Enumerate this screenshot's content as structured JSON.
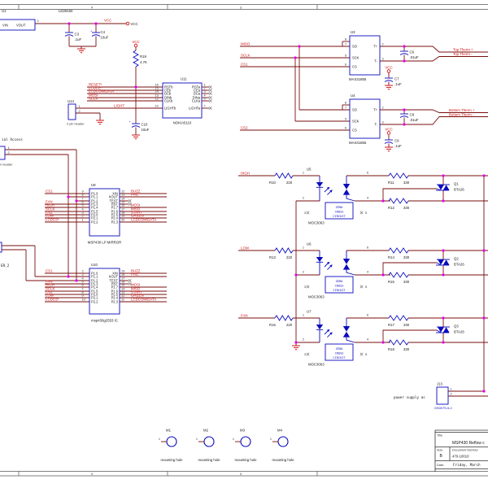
{
  "colors": {
    "wire": "#7a0d0d",
    "symbol": "#0b0bbd",
    "net_label": "#cd1111",
    "junction": "#e400e4",
    "ground": "#cf1414"
  },
  "frame": {
    "z4": "4",
    "z3": "3"
  },
  "title_block": {
    "title_label": "Title",
    "title": "MSP430 Reflow c",
    "size_label": "Size",
    "size": "B",
    "doc_label": "Document Number",
    "doc": "470-10010",
    "date_label": "Date:",
    "date": "Friday, March"
  },
  "nets": {
    "miso": "MISO",
    "sclk": "SCLK",
    "cs1": "CS1",
    "cs2": "CS2",
    "high": "HIGH",
    "low": "LOW",
    "fan": "FAN",
    "vcc": "VCC",
    "top_p": "Top Therm +",
    "top_m": "Top Therm -",
    "bot_p": "Bottom Therm +",
    "bot_m": "Bottom Therm -"
  },
  "labels": {
    "serial_access": "ial Access",
    "serial_sub": "n header",
    "header2": "ER_2",
    "u14_sub": "2 pin header",
    "power_supply": "power supply ac"
  },
  "components": {
    "u1": {
      "ref": "U1",
      "part": "LD29150",
      "vin": "VIN",
      "vout": "VOUT",
      "pin": "2"
    },
    "u3": {
      "ref": "U3",
      "part": "MAX31855",
      "left": [
        {
          "n": "8",
          "nm": ""
        },
        {
          "n": "7",
          "nm": "SO"
        },
        {
          "n": "5",
          "nm": "SCK"
        },
        {
          "n": "6",
          "nm": "CS"
        }
      ],
      "right": [
        {
          "n": "2",
          "nm": "T+"
        },
        {
          "n": "3",
          "nm": "T-"
        }
      ]
    },
    "u4": {
      "ref": "U4",
      "part": "MAX31855",
      "left": [
        {
          "n": "8",
          "nm": ""
        },
        {
          "n": "7",
          "nm": "SO"
        },
        {
          "n": "5",
          "nm": "SCK"
        },
        {
          "n": "6",
          "nm": "CS"
        }
      ],
      "right": [
        {
          "n": "2",
          "nm": "T+"
        },
        {
          "n": "3",
          "nm": "T-"
        }
      ]
    },
    "u9": {
      "ref": "U9",
      "part": "MSP430 LP MIRROR",
      "rows": [
        {
          "ln": "9",
          "lnm": "P1.0",
          "ll": "CS1",
          "rnm": "XIN",
          "rn": "12",
          "rl": "BUZZ"
        },
        {
          "ln": "8",
          "lnm": "P1.1",
          "rnm": "XOUT",
          "rn": "13",
          "rl": "PRE"
        },
        {
          "ln": "7",
          "lnm": "P1.2",
          "rnm": "TEST",
          "rn": "14",
          "rnc": true
        },
        {
          "ln": "6",
          "lnm": "P1.3",
          "ll": "FAN",
          "rnm": "RST",
          "rn": "15",
          "rnc": true
        },
        {
          "ln": "5",
          "lnm": "P1.4",
          "ll": "HIGH",
          "rnm": "P1.7",
          "rn": "16",
          "rl": "MOSI"
        },
        {
          "ln": "4",
          "lnm": "P1.5",
          "ll": "SCLK",
          "rnm": "P1.6",
          "rn": "17",
          "rl": "MISO"
        },
        {
          "ln": "3",
          "lnm": "P2.0",
          "ll": "CS2",
          "rnm": "P2.5",
          "rn": "18",
          "rl": "START"
        },
        {
          "ln": "2",
          "lnm": "P2.1",
          "ll": "LOW",
          "rnm": "P2.4",
          "rn": "19",
          "rl": "GREEN"
        },
        {
          "ln": "1",
          "lnm": "P2.2",
          "ll": "LCDCS*",
          "rnm": "P2.3",
          "rn": "20",
          "rl": "LCDCOM/DATA"
        }
      ]
    },
    "u10": {
      "ref": "U10",
      "part": "msp430g2553 IC",
      "rows": [
        {
          "ln": "2",
          "lnm": "P1.0",
          "ll": "CS1",
          "rnm": "XIN",
          "rn": "19",
          "rl": "BUZZ"
        },
        {
          "ln": "3",
          "lnm": "P1.1",
          "rnm": "XOUT",
          "rn": "18",
          "rl": "PRE"
        },
        {
          "ln": "4",
          "lnm": "P1.2",
          "rnm": "TEST",
          "rn": "17",
          "rnc": true
        },
        {
          "ln": "5",
          "lnm": "P1.3",
          "ll": "FAN",
          "rnm": "RST",
          "rn": "16",
          "rnc": true
        },
        {
          "ln": "6",
          "lnm": "P1.4",
          "ll": "HIGH",
          "rnm": "P1.7",
          "rn": "15",
          "rl": "MOSI"
        },
        {
          "ln": "7",
          "lnm": "P1.5",
          "ll": "SCLK",
          "rnm": "P1.6",
          "rn": "14",
          "rl": "MISO"
        },
        {
          "ln": "8",
          "lnm": "P2.0",
          "ll": "CS2",
          "rnm": "P2.5",
          "rn": "13",
          "rl": "START"
        },
        {
          "ln": "9",
          "lnm": "P2.1",
          "ll": "LOW",
          "rnm": "P2.4",
          "rn": "12",
          "rl": "GREEN"
        },
        {
          "ln": "10",
          "lnm": "P2.2",
          "ll": "LCDCS*",
          "rnm": "P2.3",
          "rn": "11",
          "rl": "LCDCOM/DATA"
        }
      ]
    },
    "u11": {
      "ref": "U11",
      "part": "NOKIA5110",
      "rows": [
        {
          "ln": "16",
          "lnm": "RSTb",
          "ll": "RESET*",
          "rnm": "RSTa",
          "rn": "1"
        },
        {
          "ln": "15",
          "lnm": "CEb",
          "ll": "LCDCE*",
          "rnm": "CEa",
          "rn": "2"
        },
        {
          "ln": "14",
          "lnm": "DCb",
          "ll": "LCDCOM/DATA",
          "rnm": "DCa",
          "rn": "3"
        },
        {
          "ln": "13",
          "lnm": "DINb",
          "ll": "MOSI",
          "rnm": "DINa",
          "rn": "4"
        },
        {
          "ln": "12",
          "lnm": "CLKb",
          "ll": "SCLK",
          "rnm": "CLKa",
          "rn": "5"
        },
        {
          "ln": "10",
          "lnm": "LIGHTb",
          "ll": "LIGHT",
          "rnm": "LIGHTa",
          "rn": "7"
        }
      ]
    },
    "u14": {
      "ref": "U14",
      "p1": "1",
      "p2": "2"
    },
    "serial": {
      "p1": "1",
      "p2": "2"
    },
    "j13": {
      "ref": "J13",
      "part": "GS007S-5-2",
      "p1": "1",
      "p2": "2"
    },
    "optos": [
      {
        "ref": "U5",
        "part": "MOC3063"
      },
      {
        "ref": "U6",
        "part": "MOC3063"
      },
      {
        "ref": "U7",
        "part": "MOC3063"
      }
    ],
    "opto_pins": [
      "1",
      "2",
      "3",
      "4",
      "5",
      "6"
    ],
    "zc": [
      "ZERO",
      "CROSS",
      "CIRCUIT"
    ],
    "triacs": [
      {
        "ref": "Q1",
        "val": "BTA26"
      },
      {
        "ref": "Q2",
        "val": "BTA26"
      },
      {
        "ref": "Q3",
        "val": "BTA26"
      }
    ],
    "resistors": {
      "r19": {
        "ref": "R19",
        "val": "4.7K"
      },
      "r10": {
        "ref": "R10",
        "val": "220"
      },
      "r11": {
        "ref": "R11",
        "val": "330"
      },
      "r12": {
        "ref": "R12",
        "val": "330"
      },
      "r13": {
        "ref": "R13",
        "val": "220"
      },
      "r14": {
        "ref": "R14",
        "val": "330"
      },
      "r15": {
        "ref": "R15",
        "val": "330"
      },
      "r16": {
        "ref": "R16",
        "val": "220"
      },
      "r17": {
        "ref": "R17",
        "val": "330"
      },
      "r18": {
        "ref": "R18",
        "val": "330"
      }
    },
    "caps": {
      "c3": {
        "ref": "C3",
        "val": ".1uF"
      },
      "c4": {
        "ref": "C4",
        "val": "10uF",
        "plus": "+"
      },
      "c6": {
        "ref": "C6",
        "val": ".01uF"
      },
      "c7": {
        "ref": "C7",
        "val": ".1uF"
      },
      "c8": {
        "ref": "C8",
        "val": ".01uF"
      },
      "c9": {
        "ref": "C9",
        "val": ".1uF"
      },
      "c10": {
        "ref": "C10",
        "val": "10uF",
        "plus": "+"
      }
    },
    "holes": {
      "refs": [
        "M1",
        "M2",
        "M3",
        "M4"
      ],
      "pin": "1",
      "caption": "mounting hole"
    }
  }
}
